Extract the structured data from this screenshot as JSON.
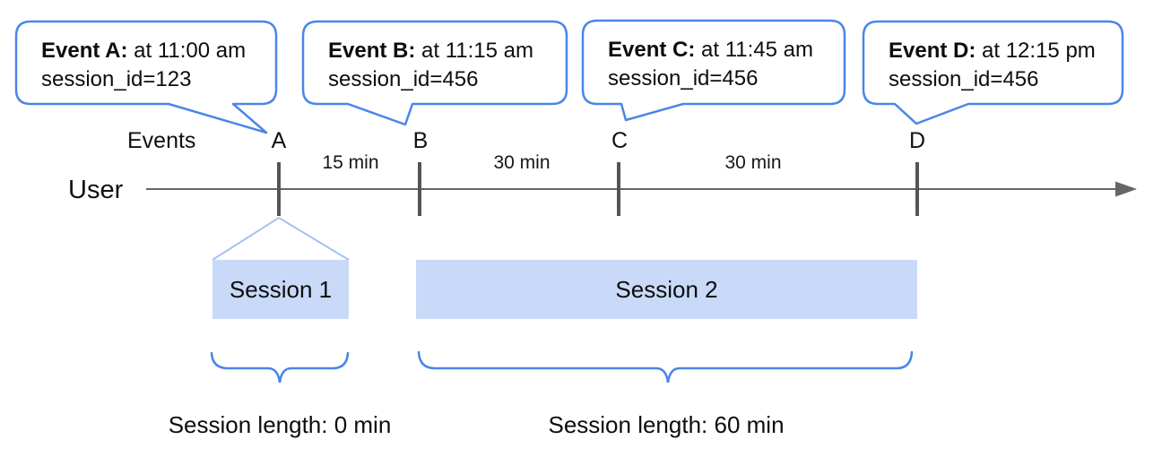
{
  "diagram": {
    "events_axis_label": "Events",
    "user_label": "User",
    "bubbles": [
      {
        "label": "Event A:",
        "time": " at 11:00 am",
        "session": "session_id=123"
      },
      {
        "label": "Event B:",
        "time": " at 11:15 am",
        "session": "session_id=456"
      },
      {
        "label": "Event C:",
        "time": " at 11:45 am",
        "session": "session_id=456"
      },
      {
        "label": "Event D:",
        "time": " at 12:15 pm",
        "session": "session_id=456"
      }
    ],
    "event_markers": [
      "A",
      "B",
      "C",
      "D"
    ],
    "intervals": [
      "15 min",
      "30 min",
      "30 min"
    ],
    "sessions": [
      {
        "label": "Session 1",
        "length_label": "Session length: 0 min"
      },
      {
        "label": "Session 2",
        "length_label": "Session length: 60 min"
      }
    ],
    "colors": {
      "bubble_border": "#4a86e8",
      "session_fill": "#c9daf8",
      "brace": "#4a86e8",
      "funnel_line": "#a4c2f4",
      "timeline": "#666666",
      "tick": "#555555"
    }
  }
}
